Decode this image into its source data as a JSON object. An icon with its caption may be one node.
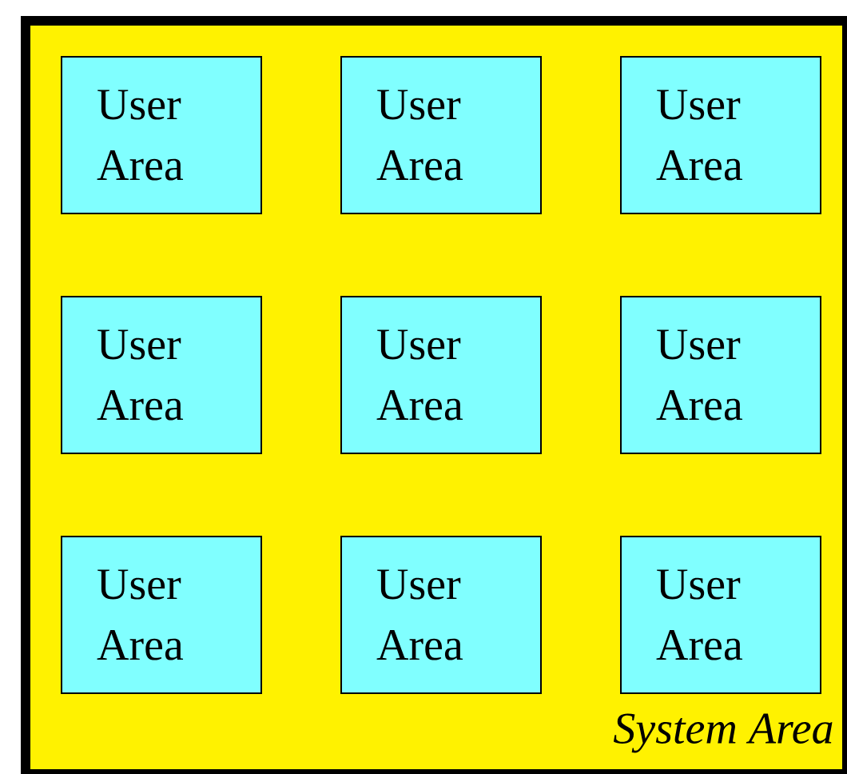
{
  "diagram": {
    "nodes": [
      {
        "text": [
          "System Area"
        ]
      },
      {
        "text": [
          "User Area"
        ],
        "in": 0
      },
      {
        "text": [
          "User Area"
        ],
        "in": 0
      },
      {
        "text": [
          "User Area"
        ],
        "in": 0
      },
      {
        "text": [
          "User Area"
        ],
        "in": 0
      },
      {
        "text": [
          "User Area"
        ],
        "in": 0
      },
      {
        "text": [
          "User Area"
        ],
        "in": 0
      },
      {
        "text": [
          "User Area"
        ],
        "in": 0
      },
      {
        "text": [
          "User Area"
        ],
        "in": 0
      },
      {
        "text": [
          "User Area"
        ],
        "in": 0
      }
    ]
  }
}
